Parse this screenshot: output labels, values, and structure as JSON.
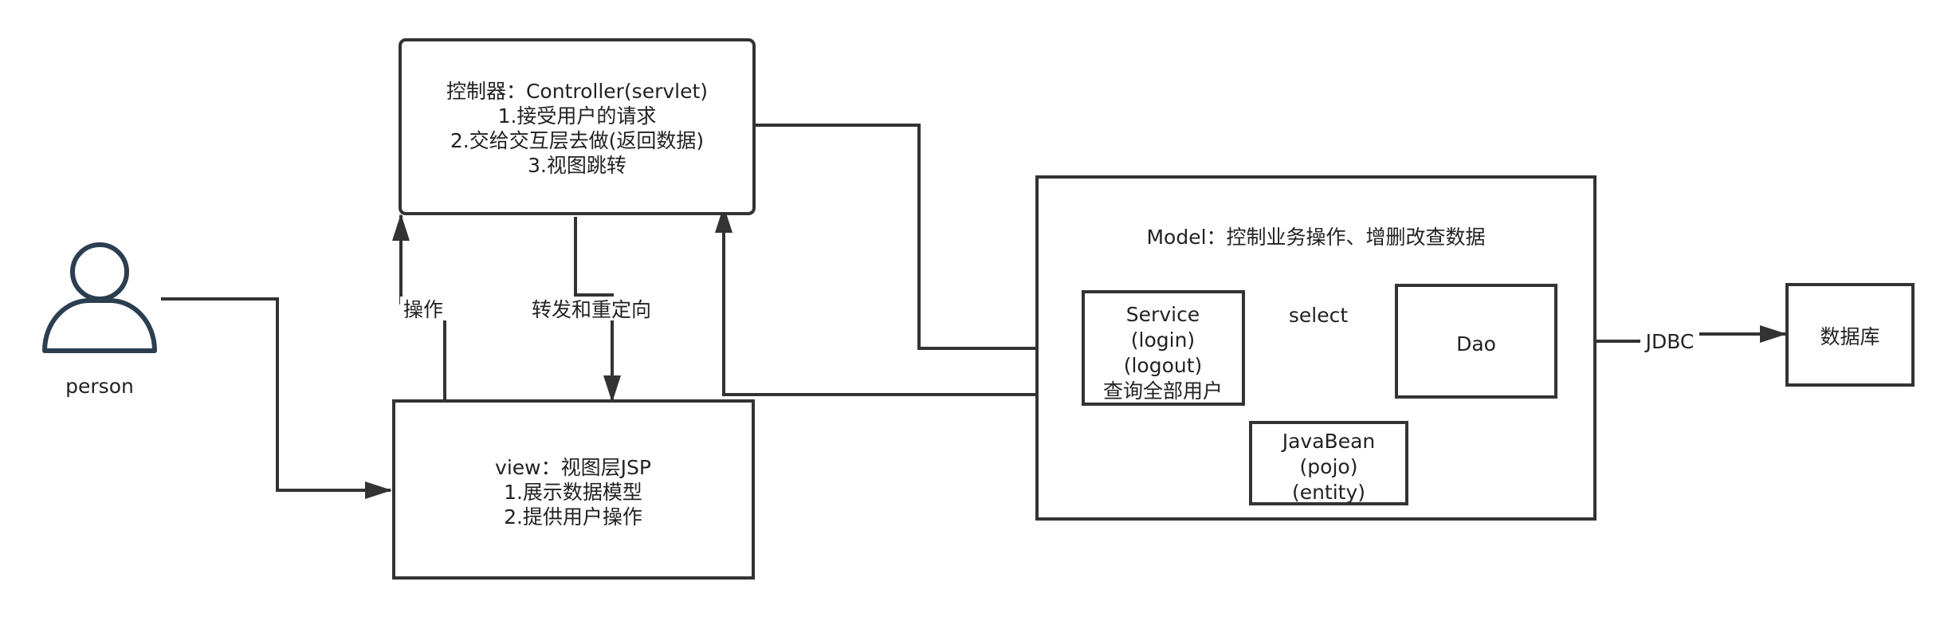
{
  "nodes": {
    "person": {
      "label": "person"
    },
    "controller": {
      "lines": [
        "控制器：Controller(servlet)",
        "1.接受用户的请求",
        "2.交给交互层去做(返回数据)",
        "3.视图跳转"
      ]
    },
    "view": {
      "lines": [
        "view：视图层JSP",
        "1.展示数据模型",
        "2.提供用户操作"
      ]
    },
    "model": {
      "title": "Model：控制业务操作、增删改查数据"
    },
    "service": {
      "lines": [
        "Service",
        "(login)",
        "(logout)",
        "查询全部用户"
      ]
    },
    "dao": {
      "label": "Dao"
    },
    "javabean": {
      "lines": [
        "JavaBean",
        "(pojo)",
        "(entity)"
      ]
    },
    "database": {
      "label": "数据库"
    }
  },
  "edges": {
    "view_to_controller": {
      "label": "操作"
    },
    "controller_to_view": {
      "label": "转发和重定向"
    },
    "service_to_dao": {
      "label": "select"
    },
    "dao_to_database": {
      "label": "JDBC"
    }
  }
}
